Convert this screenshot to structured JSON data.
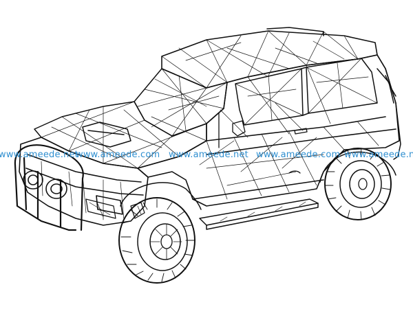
{
  "scene": {
    "subject": "wireframe-offroad-suv",
    "line_color": "#111111",
    "background_color": "#ffffff",
    "watermark_color": "#2f8fd0",
    "icon": "suv-wireframe-icon"
  },
  "watermark": {
    "texts": [
      "www.ameede.net",
      "www.ameede.com",
      "www.ameede.net",
      "www.ameede.com",
      "www.ameede.net"
    ]
  }
}
